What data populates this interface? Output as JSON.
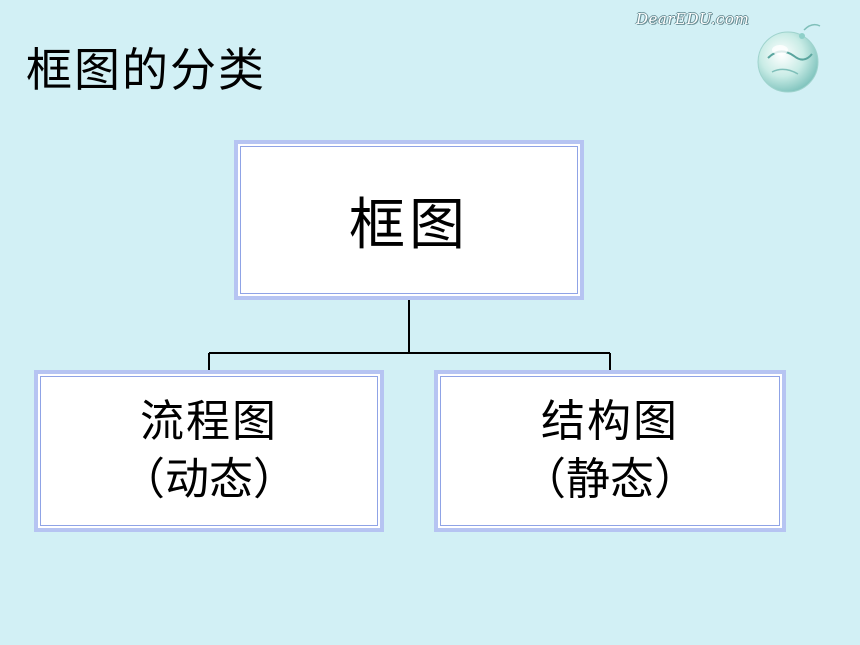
{
  "slide": {
    "title": "框图的分类",
    "logo_text": "DearEDU.com"
  },
  "diagram": {
    "root": {
      "label": "框图"
    },
    "children": [
      {
        "label": "流程图",
        "sub": "（动态）"
      },
      {
        "label": "结构图",
        "sub": "（静态）"
      }
    ]
  },
  "colors": {
    "background": "#d2f0f5",
    "box_border": "#b6c4f2",
    "connector": "#000000"
  }
}
